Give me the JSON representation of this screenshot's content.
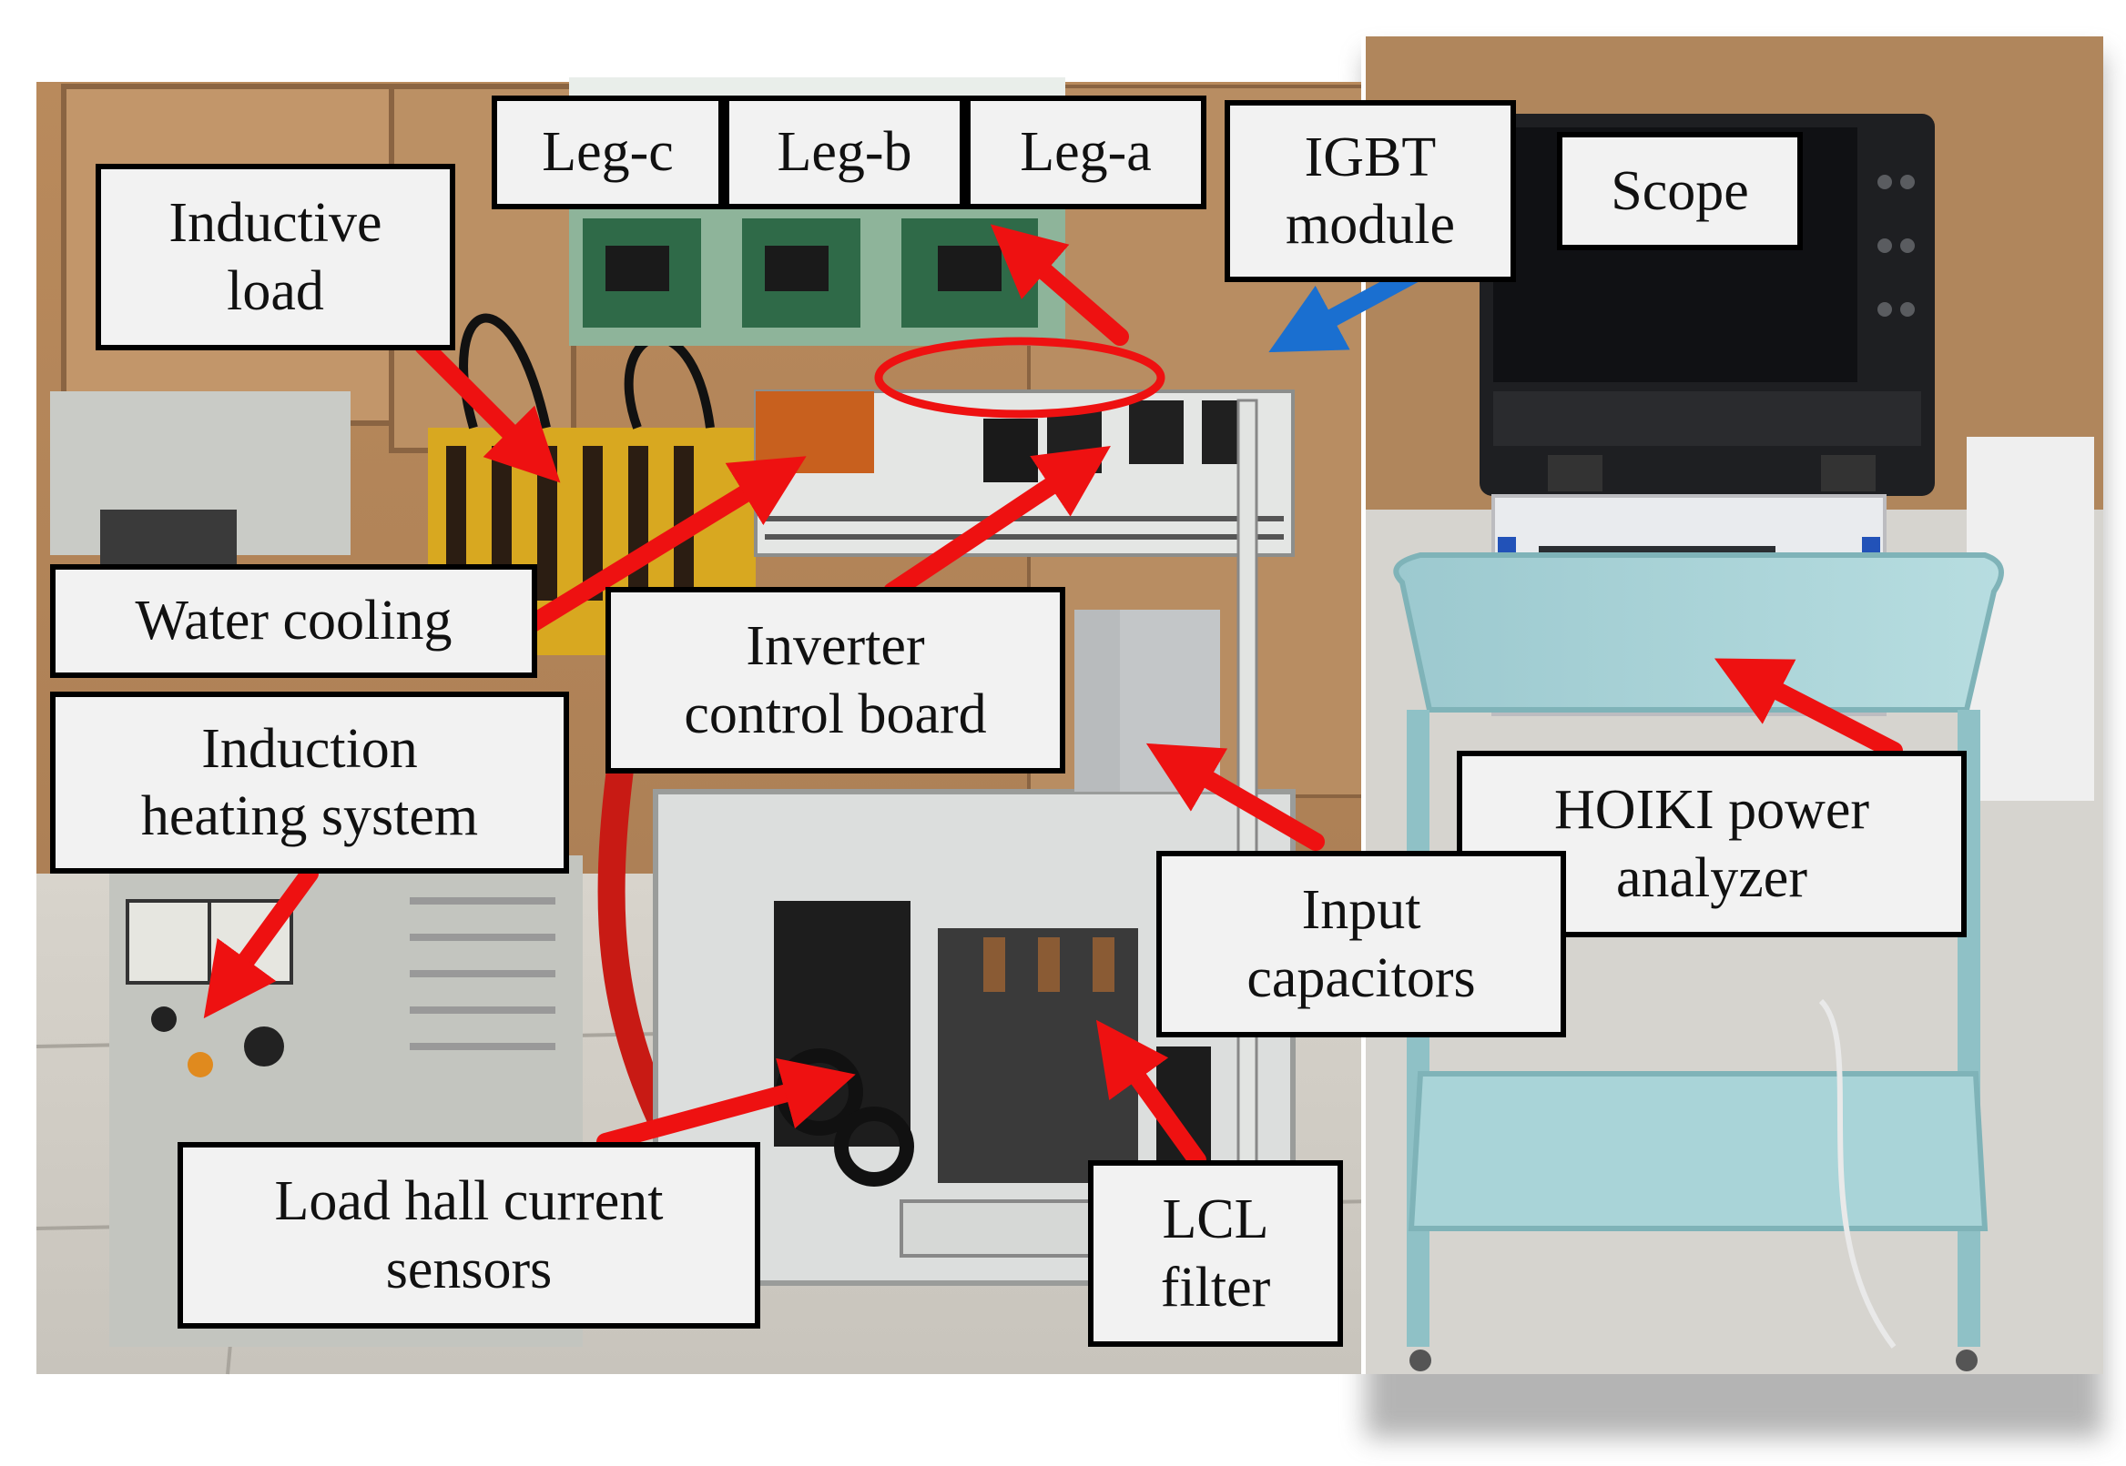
{
  "labels": {
    "leg_c": "Leg-c",
    "leg_b": "Leg-b",
    "leg_a": "Leg-a",
    "igbt_module": "IGBT\nmodule",
    "scope": "Scope",
    "inductive_load": "Inductive\nload",
    "water_cooling": "Water cooling",
    "inverter_control_board": "Inverter\ncontrol board",
    "induction_heating_system": "Induction\nheating system",
    "hoiki_power_analyzer": "HOIKI power\nanalyzer",
    "input_capacitors": "Input\ncapacitors",
    "load_hall_current_sensors": "Load hall current\nsensors",
    "lcl_filter": "LCL\nfilter"
  },
  "colors": {
    "arrow_red": "#ee1111",
    "arrow_blue": "#1a6fd0",
    "label_bg": "#f2f2f2",
    "label_border": "#000000"
  }
}
